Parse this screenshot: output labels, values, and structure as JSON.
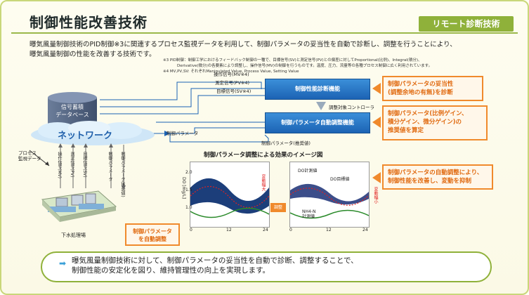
{
  "header": {
    "title": "制御性能改善技術",
    "tag": "リモート診断技術"
  },
  "intro": {
    "line1": "曝気風量制御技術のPID制御※3に関連するプロセス監視データを利用して、制御パラメータの妥当性を自動で診断し、調整を行うことにより、",
    "line2": "曝気風量制御の性能を改善する技術です。"
  },
  "notes": {
    "note3a": "※3 PID制御：制御工学におけるフィードバック制御の一種で、目標信号(SV)と測定信号(PV)との偏差に対してProportional(比例)、Integral(積分)、",
    "note3b": "Derivative(微分)の各要素により調整し、操作信号(MV)の制御を行うものです。温度、圧力、流量等の各種プロセス制御に広く利用されています。",
    "note4": "※4 MV,PV,SV: それぞれManipulated Value, Process Value, Setting Value"
  },
  "signals": {
    "mv": "操作信号(MV※4)",
    "pv": "測定信号(PV※4)",
    "sv": "目標信号(SV※4)",
    "param": "制御パラメータ",
    "param_recommended": "制御パラメータ(推奨値)",
    "controller": "調整対象コントローラ"
  },
  "database": {
    "label_line1": "信号蓄積",
    "label_line2": "データベース"
  },
  "network": {
    "label": "ネットワーク"
  },
  "process": {
    "label_line1": "プロセス",
    "label_line2": "監視データ",
    "vertical_labels": [
      "操作信号(MV)",
      "測定信号(PV)",
      "目標信号(SV)",
      "制御パラメータ",
      "制御パラメータ(推奨値)"
    ]
  },
  "plant": {
    "label": "下水処理場"
  },
  "engines": {
    "diagnosis": "制御性能診断機能",
    "adjust": "制御パラメータ自動調整機能"
  },
  "callouts": {
    "diagnosis_line1": "制御パラメータの妥当性",
    "diagnosis_line2": "(調整余地の有無)を診断",
    "adjust_line1": "制御パラメータ(比例ゲイン、",
    "adjust_line2": "積分ゲイン、微分ゲイン)の",
    "adjust_line3": "推奨値を算定",
    "effect_line1": "制御パラメータの自動調整により、",
    "effect_line2": "制御性能を改善し、変動を抑制",
    "auto_line1": "制御パラメータ",
    "auto_line2": "を自動調整"
  },
  "chart_area": {
    "title": "制御パラメータ調整による効果のイメージ図",
    "adjust_label": "調整",
    "before": {
      "ylabel": "DO [mg/L]",
      "yticks": [
        "2.0",
        "1.5",
        "1.0"
      ],
      "xticks": [
        "0",
        "12",
        "24"
      ],
      "annotation": "変動幅大"
    },
    "after": {
      "do_measured": "DO計測値",
      "do_target": "DO目標値",
      "nh4": "NH4-N計測値",
      "xticks": [
        "0",
        "12",
        "24"
      ],
      "annotation": "変動幅小"
    }
  },
  "summary": {
    "line1": "曝気風量制御技術に対して、制御パラメータの妥当性を自動で診断、調整することで、",
    "line2": "制御性能の安定化を図り、維持管理性の向上を実現します。"
  },
  "colors": {
    "accent_green": "#8fb13a",
    "box_blue": "#1c63b4",
    "callout_orange": "#f08a2c"
  }
}
